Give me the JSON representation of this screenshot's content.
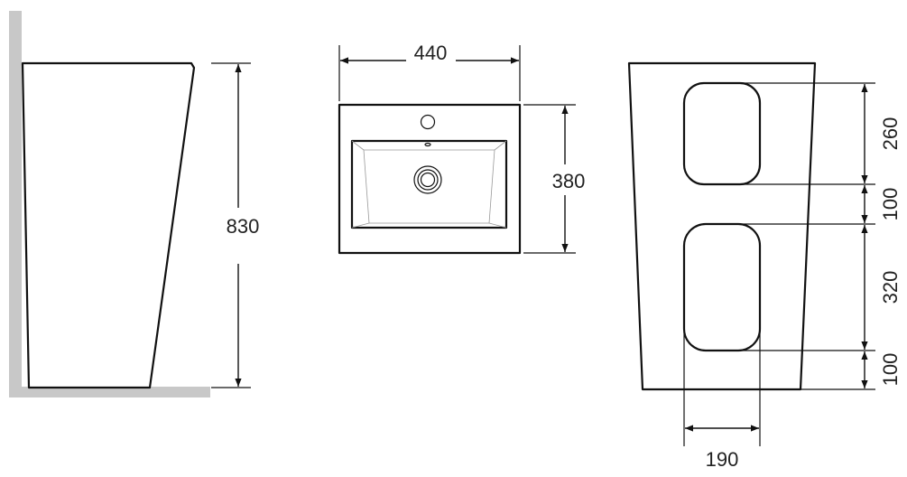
{
  "views": {
    "side": {
      "height_label": "830"
    },
    "top": {
      "width_label": "440",
      "depth_label": "380"
    },
    "back": {
      "upper_opening_label": "260",
      "gap_label": "100",
      "lower_opening_label": "320",
      "bottom_offset_label": "100",
      "opening_width_label": "190"
    }
  },
  "colors": {
    "line": "#111111",
    "wall": "#c8c8c8"
  }
}
